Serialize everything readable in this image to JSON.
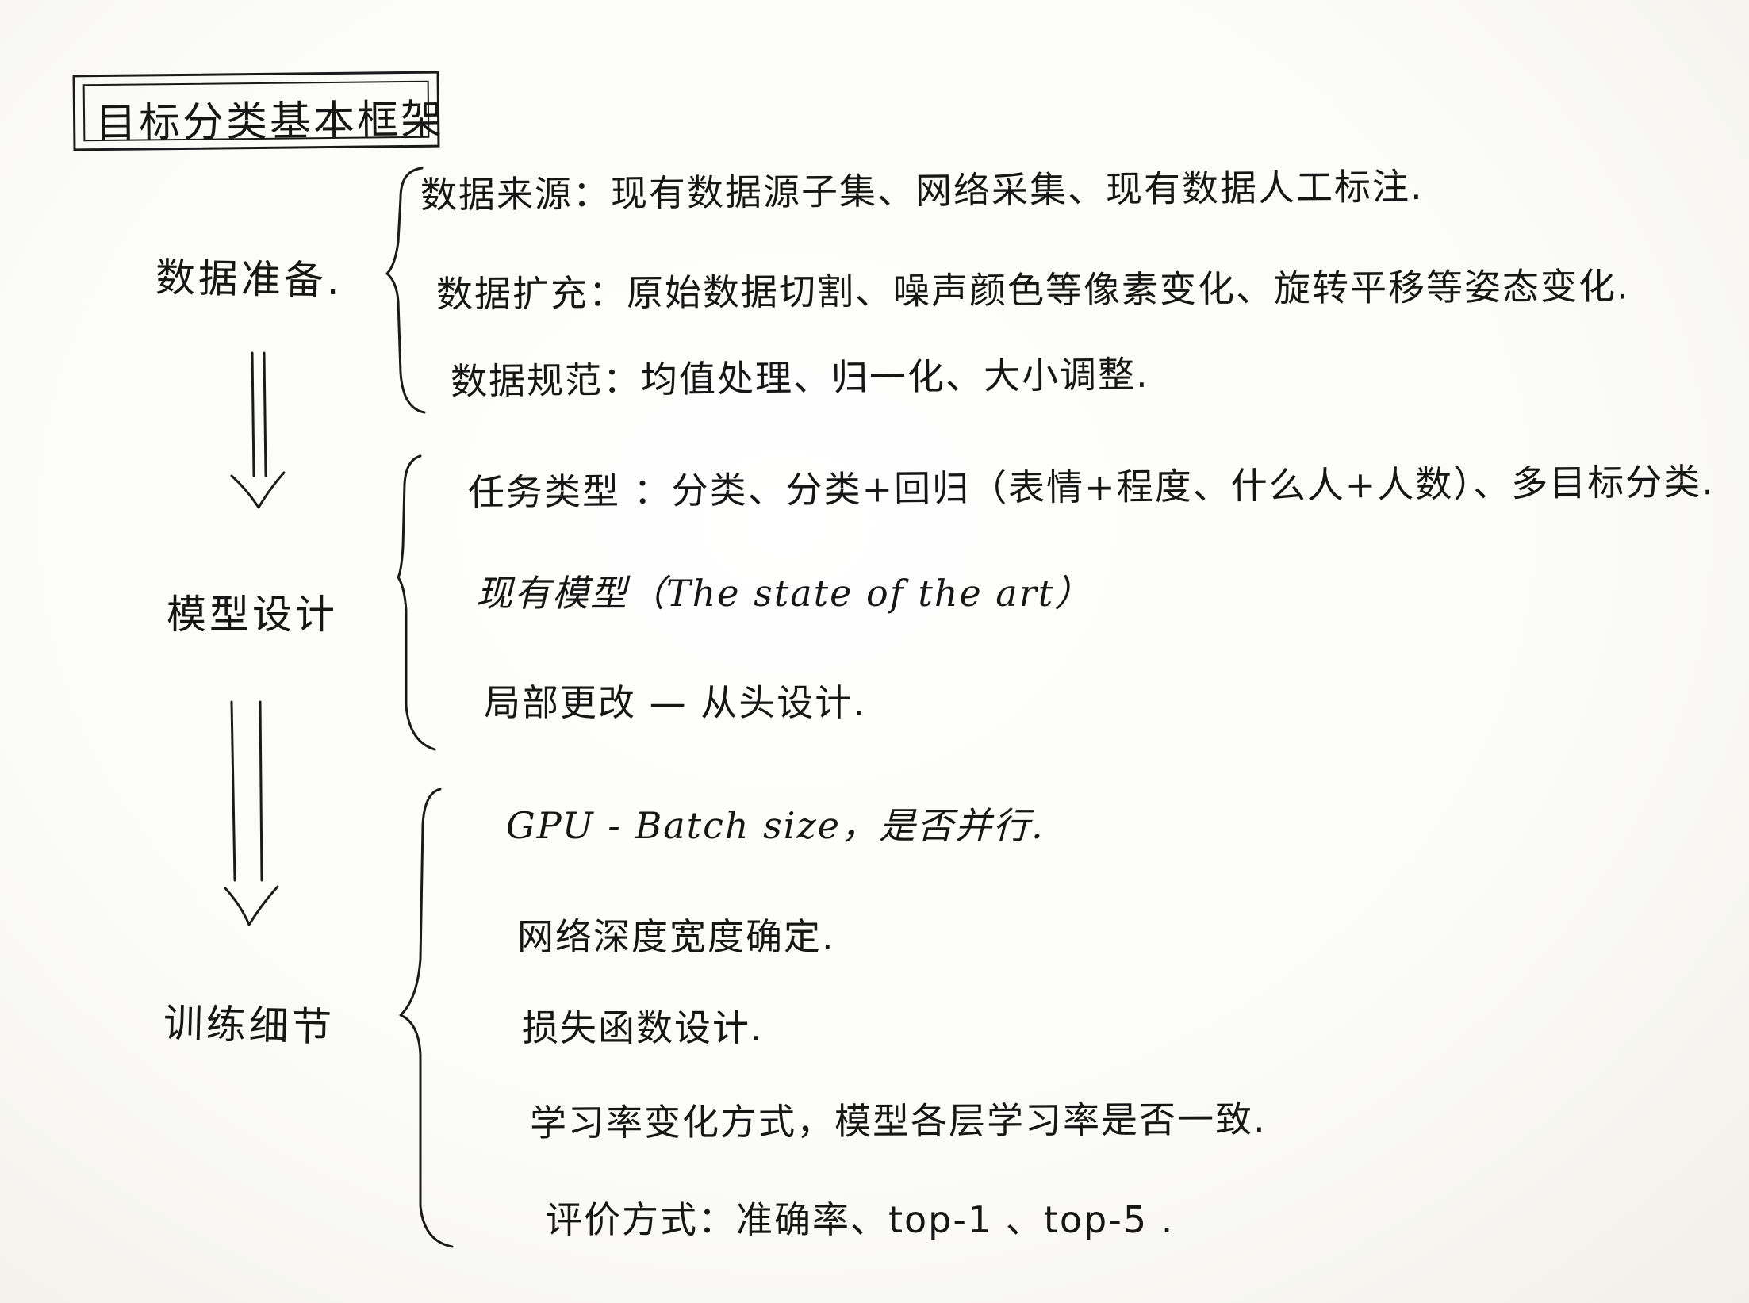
{
  "title": "目标分类基本框架",
  "stages": [
    {
      "id": "data-prep",
      "label": "数据准备.",
      "items": [
        "数据来源：现有数据源子集、网络采集、现有数据人工标注.",
        "数据扩充：原始数据切割、噪声颜色等像素变化、旋转平移等姿态变化.",
        "数据规范：均值处理、归一化、大小调整."
      ]
    },
    {
      "id": "model-design",
      "label": "模型设计",
      "items": [
        "任务类型 ：分类、分类+回归（表情+程度、什么人+人数）、多目标分类.",
        "现有模型（The state of the art）",
        "局部更改 — 从头设计."
      ]
    },
    {
      "id": "training-details",
      "label": "训练细节",
      "items": [
        "GPU - Batch size，是否并行.",
        "网络深度宽度确定.",
        "损失函数设计.",
        "学习率变化方式，模型各层学习率是否一致.",
        "评价方式：准确率、top-1 、top-5 ."
      ]
    }
  ]
}
